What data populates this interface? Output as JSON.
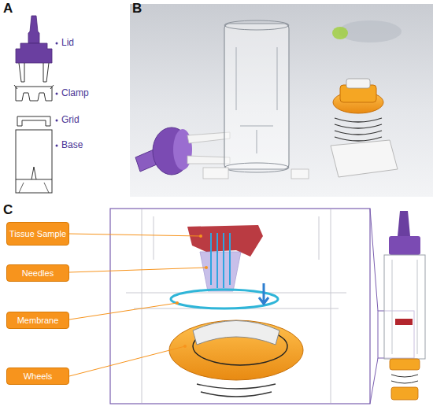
{
  "diagram": {
    "nodes": [
      {
        "text": [
          "Tissue Sample"
        ]
      },
      {
        "text": [
          "Needles"
        ]
      },
      {
        "text": [
          "Membrane"
        ]
      },
      {
        "text": [
          "Wheels"
        ]
      }
    ],
    "labels": [
      "A",
      "B",
      "C",
      "Lid",
      "Clamp",
      "Grid",
      "Base"
    ]
  }
}
